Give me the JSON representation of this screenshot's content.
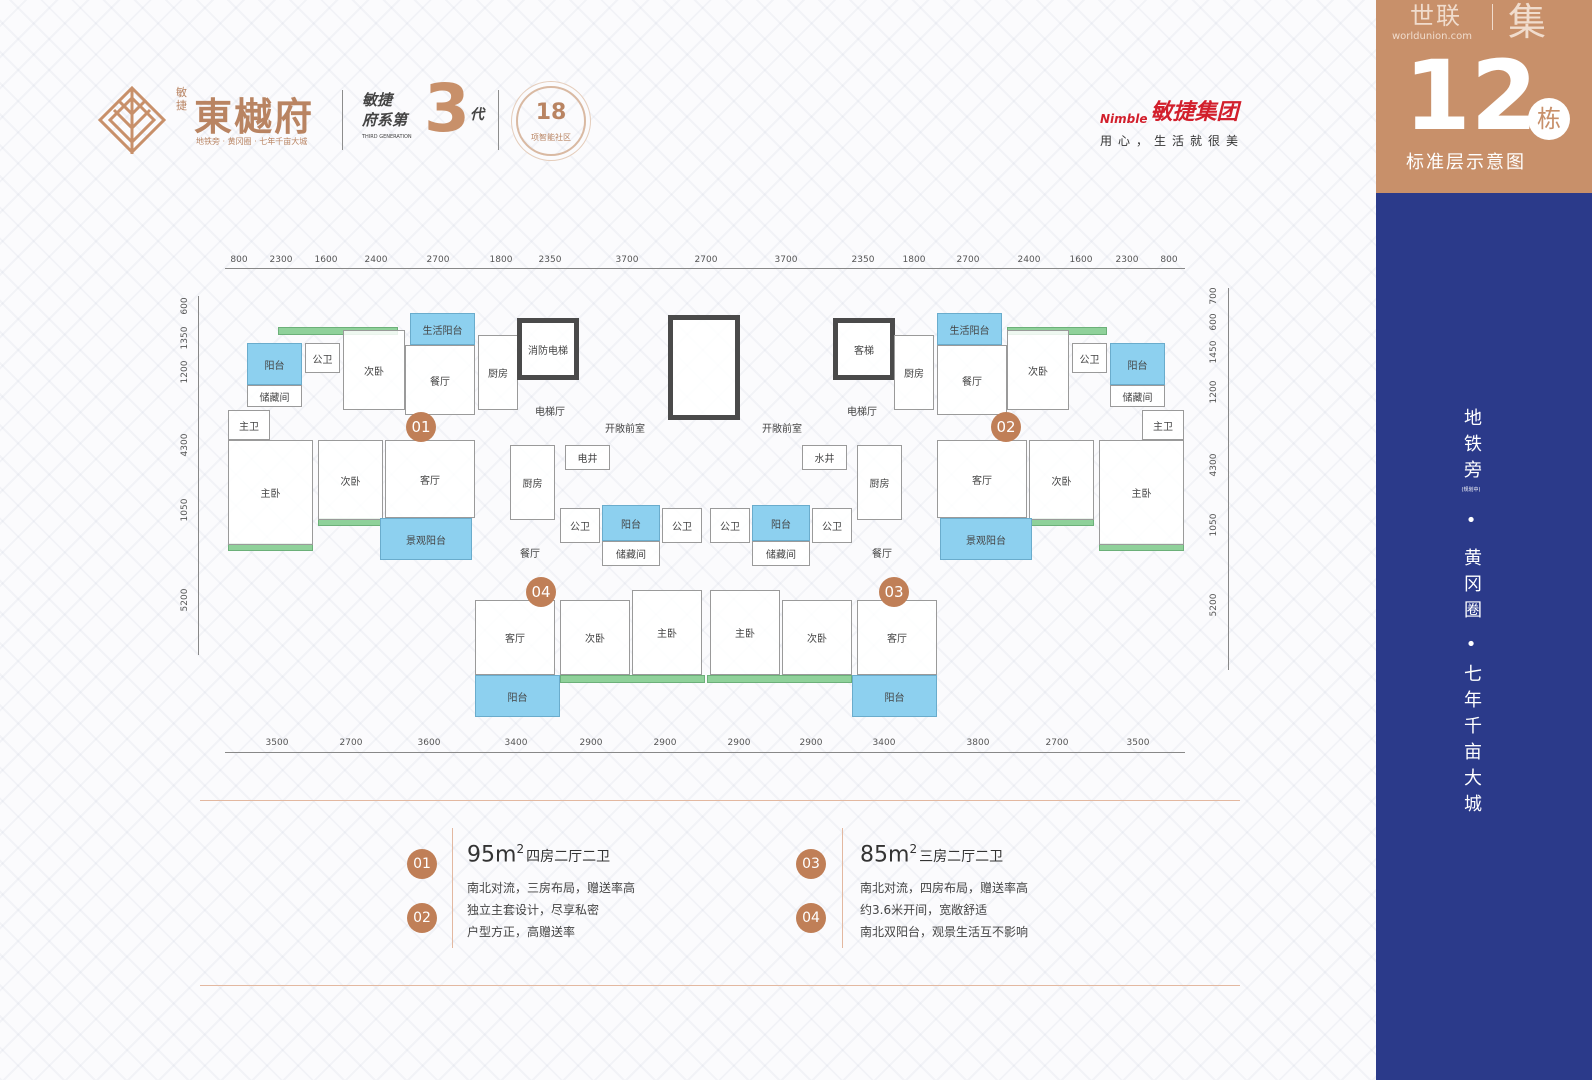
{
  "brand": {
    "prefix": "敏捷",
    "name": "東樾府",
    "tagline": "地铁旁 · 黄冈圈 · 七年千亩大城",
    "generation_line1": "敏捷",
    "generation_line2": "府系第",
    "generation_num": "3",
    "generation_dai": "代",
    "generation_en": "THIRD GENERATION",
    "smart_num": "18",
    "smart_text": "项智能社区"
  },
  "developer": {
    "mark": "Nimble",
    "name": "敏捷集团",
    "slogan": "用心，生活就很美"
  },
  "panel": {
    "watermark_a": "世联",
    "watermark_b": "集",
    "watermark_url": "worldunion.com",
    "building_number": "12",
    "building_unit": "栋",
    "subtitle": "标准层示意图",
    "side_1": "地铁旁",
    "side_1_note": "(规划中)",
    "dot": "•",
    "side_2": "黄冈圈",
    "side_3": "七年千亩大城"
  },
  "plan": {
    "dims_top": [
      "800",
      "2300",
      "1600",
      "2400",
      "2700",
      "1800",
      "2350",
      "3700",
      "2700",
      "3700",
      "2350",
      "1800",
      "2700",
      "2400",
      "1600",
      "2300",
      "800"
    ],
    "dims_bottom": [
      "3500",
      "2700",
      "3600",
      "3400",
      "2900",
      "2900",
      "2900",
      "2900",
      "3400",
      "3800",
      "2700",
      "3500"
    ],
    "dims_left": [
      "600",
      "1350",
      "1200",
      "4300",
      "1050",
      "5200"
    ],
    "dims_right": [
      "700",
      "600",
      "1450",
      "1200",
      "4300",
      "1050",
      "5200"
    ],
    "units": [
      "01",
      "02",
      "03",
      "04"
    ],
    "rooms": [
      "阳台",
      "储藏间",
      "公卫",
      "次卧",
      "生活阳台",
      "餐厅",
      "厨房",
      "消防电梯",
      "电梯厅",
      "主卫",
      "主卧",
      "次卧",
      "客厅",
      "景观阳台",
      "电井",
      "厨房",
      "公卫",
      "阳台",
      "储藏间",
      "餐厅",
      "客厅",
      "次卧",
      "主卧",
      "阳台",
      "开敞前室",
      "开敞前室",
      "公卫",
      "公卫",
      "阳台",
      "储藏间",
      "公卫",
      "餐厅",
      "客厅",
      "次卧",
      "主卧",
      "阳台",
      "厨房",
      "水井",
      "客梯",
      "厨房",
      "生活阳台",
      "餐厅",
      "次卧",
      "公卫",
      "阳台",
      "储藏间",
      "主卫",
      "主卧",
      "次卧",
      "客厅",
      "景观阳台",
      "电梯厅"
    ]
  },
  "legend": {
    "left": {
      "badges": [
        "01",
        "02"
      ],
      "area": "95m",
      "sup": "2",
      "type": "四房二厅二卫",
      "features": [
        "南北对流，三房布局，赠送率高",
        "独立主套设计，尽享私密",
        "户型方正，高赠送率"
      ]
    },
    "right": {
      "badges": [
        "03",
        "04"
      ],
      "area": "85m",
      "sup": "2",
      "type": "三房二厅二卫",
      "features": [
        "南北对流，四房布局，赠送率高",
        "约3.6米开间，宽敞舒适",
        "南北双阳台，观景生活互不影响"
      ]
    }
  },
  "colors": {
    "copper": "#c8906a",
    "navy": "#2b3a8a",
    "balcony": "#8dd0ef",
    "ac": "#8fd19a"
  }
}
